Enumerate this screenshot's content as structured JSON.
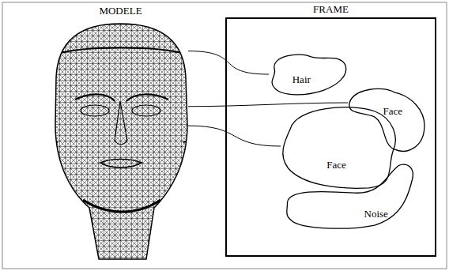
{
  "diagram": {
    "nodes": [
      {
        "text": [
          "MODELE"
        ]
      },
      {
        "text": [
          "FRAME"
        ]
      },
      {
        "text": [
          "Hair"
        ],
        "in": 1
      },
      {
        "text": [
          "Face"
        ],
        "in": 1
      },
      {
        "text": [
          "Face"
        ],
        "in": 1
      },
      {
        "text": [
          "Noise"
        ],
        "in": 1
      }
    ],
    "edges": [
      {
        "from": 0,
        "to": 2,
        "arrow": "none"
      },
      {
        "from": 0,
        "to": 3,
        "arrow": "none"
      },
      {
        "from": 0,
        "to": 4,
        "arrow": "none"
      }
    ]
  }
}
